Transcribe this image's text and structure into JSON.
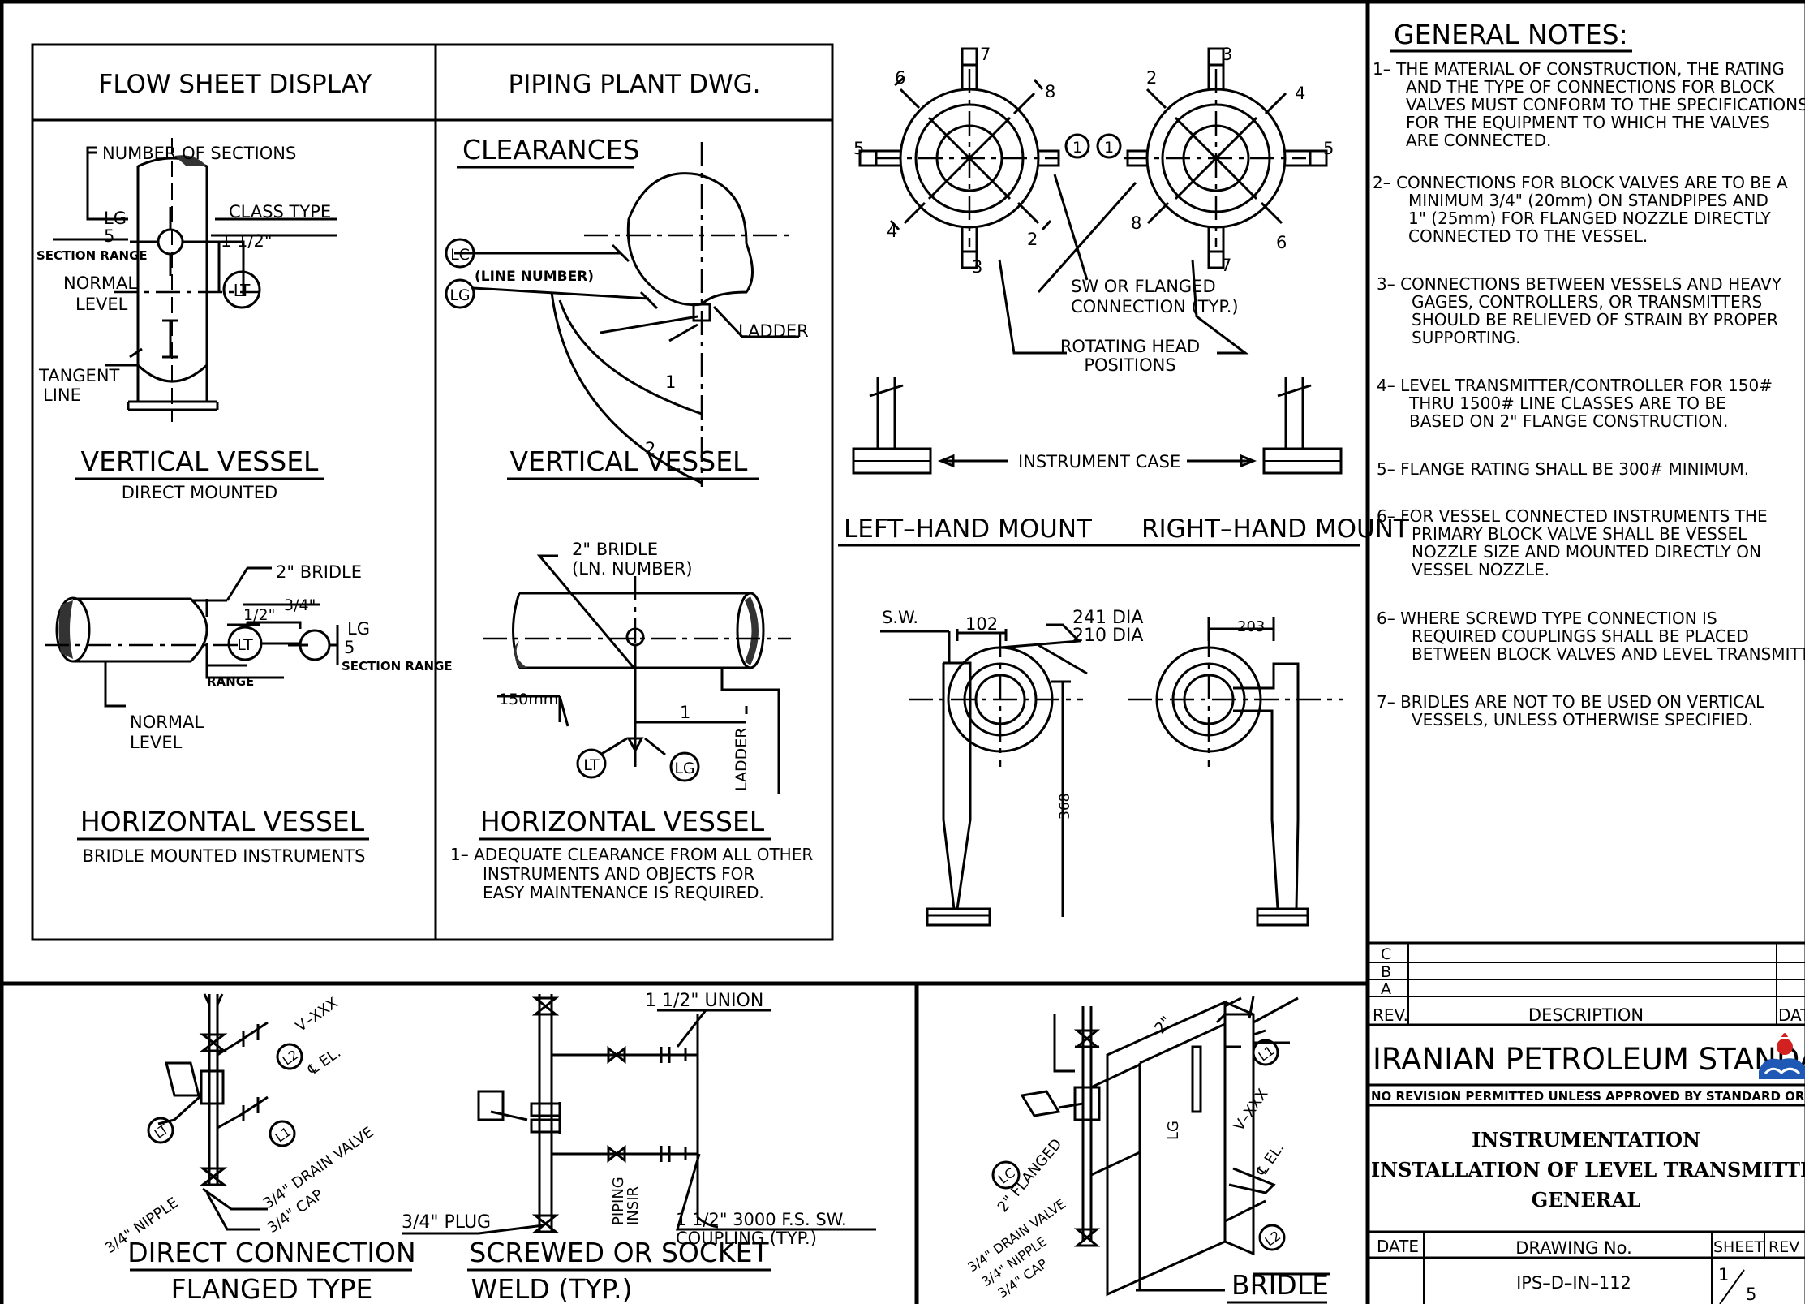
{
  "panels": {
    "flow_header": "FLOW SHEET DISPLAY",
    "piping_header": "PIPING PLANT DWG."
  },
  "flow_sheet": {
    "number_of_sections": "NUMBER OF SECTIONS",
    "class_type": "CLASS TYPE",
    "size": "1 1/2\"",
    "lg": "LG",
    "five": "5",
    "section_range": "SECTION RANGE",
    "normal": "NORMAL",
    "level": "LEVEL",
    "lt": "LT",
    "tangent": "TANGENT",
    "line": "LINE",
    "vv_title": "VERTICAL VESSEL",
    "vv_sub": "DIRECT MOUNTED",
    "bridle_2": "2\" BRIDLE",
    "half": "1/2\"",
    "three_quarter": "3/4\"",
    "range": "RANGE",
    "h_lg": "LG",
    "h_five": "5",
    "h_section_range": "SECTION RANGE",
    "h_lt": "LT",
    "h_normal": "NORMAL",
    "h_level": "LEVEL",
    "hv_title": "HORIZONTAL VESSEL",
    "hv_sub": "BRIDLE MOUNTED INSTRUMENTS"
  },
  "piping": {
    "clearances": "CLEARANCES",
    "lc": "LC",
    "lg": "LG",
    "line_number": "(LINE NUMBER)",
    "ladder": "LADDER",
    "one": "1",
    "two": "2",
    "vv_title": "VERTICAL VESSEL",
    "bridle": "2\" BRIDLE",
    "ln_number": "(LN. NUMBER)",
    "mm150": "150mm",
    "h_one": "1",
    "lt": "LT",
    "h_lg": "LG",
    "ladder_cl": "LADDER",
    "hv_title": "HORIZONTAL VESSEL",
    "note1": "1– ADEQUATE CLEARANCE FROM ALL OTHER",
    "note2": "INSTRUMENTS AND OBJECTS FOR",
    "note3": "EASY MAINTENANCE IS REQUIRED."
  },
  "heads": {
    "left_nums": [
      "7",
      "8",
      "5",
      "6",
      "4",
      "3",
      "2",
      "1"
    ],
    "right_nums": [
      "3",
      "4",
      "5",
      "2",
      "8",
      "7",
      "6",
      "1"
    ],
    "sw_flanged": "SW OR FLANGED",
    "connection_typ": "CONNECTION (TYP.)",
    "rotating": "ROTATING HEAD",
    "positions": "POSITIONS",
    "instrument_case": "INSTRUMENT CASE",
    "left_mount": "LEFT–HAND MOUNT",
    "right_mount": "RIGHT–HAND MOUNT",
    "sw": "S.W.",
    "d102": "102",
    "dia241": "241 DIA",
    "dia210": "210 DIA",
    "d203": "203",
    "d368": "368"
  },
  "notes": {
    "title": "GENERAL NOTES:",
    "lines": [
      "1– THE MATERIAL OF CONSTRUCTION, THE RATING",
      "AND THE TYPE OF CONNECTIONS FOR BLOCK",
      "VALVES MUST CONFORM TO THE SPECIFICATIONS",
      "FOR THE EQUIPMENT TO WHICH THE VALVES",
      "ARE CONNECTED.",
      "2– CONNECTIONS FOR BLOCK VALVES ARE TO BE A",
      "MINIMUM 3/4\" (20mm) ON STANDPIPES AND",
      "1\" (25mm) FOR FLANGED NOZZLE DIRECTLY",
      "CONNECTED TO THE VESSEL.",
      "3– CONNECTIONS BETWEEN VESSELS AND HEAVY",
      "GAGES, CONTROLLERS, OR TRANSMITTERS",
      "SHOULD BE RELIEVED OF STRAIN BY PROPER",
      "SUPPORTING.",
      "4– LEVEL TRANSMITTER/CONTROLLER FOR 150#",
      "THRU 1500# LINE CLASSES ARE TO BE",
      "BASED ON 2\" FLANGE CONSTRUCTION.",
      "5– FLANGE RATING SHALL BE 300# MINIMUM.",
      "6– FOR VESSEL CONNECTED INSTRUMENTS THE",
      "PRIMARY BLOCK VALVE SHALL BE VESSEL",
      "NOZZLE SIZE AND MOUNTED DIRECTLY ON",
      "VESSEL NOZZLE.",
      "6– WHERE SCREWD TYPE CONNECTION IS",
      "REQUIRED COUPLINGS SHALL BE PLACED",
      "BETWEEN BLOCK VALVES AND LEVEL TRANSMITTER",
      "7– BRIDLES ARE NOT TO BE USED ON VERTICAL",
      "VESSELS, UNLESS OTHERWISE SPECIFIED."
    ]
  },
  "title_block": {
    "rev_c": "C",
    "rev_b": "B",
    "rev_a": "A",
    "rev": "REV.",
    "description": "DESCRIPTION",
    "date_col": "DAT",
    "org": "IRANIAN PETROLEUM STANDARDS",
    "no_revision": "NO REVISION PERMITTED UNLESS APPROVED BY STANDARD ORGANIZATIO",
    "t1": "INSTRUMENTATION",
    "t2": "INSTALLATION OF LEVEL TRANSMITTER/CONTROLLE",
    "t3": "GENERAL",
    "date": "DATE",
    "drawing_no": "DRAWING No.",
    "sheet": "SHEET",
    "rev2": "REV",
    "drawing_val": "IPS–D–IN–112",
    "sheet_num": "1",
    "sheet_den": "5"
  },
  "bottom": {
    "vxxx": "V–XXX",
    "cl_el": "℄ EL.",
    "l2": "L2",
    "l1": "L1",
    "lt": "LT",
    "drain_valve": "3/4\" DRAIN VALVE",
    "cap": "3/4\" CAP",
    "nipple": "3/4\" NIPPLE",
    "direct1": "DIRECT CONNECTION",
    "direct2": "FLANGED TYPE",
    "union": "1 1/2\" UNION",
    "plug": "3/4\" PLUG",
    "insir": "INSIR",
    "piping": "PIPING",
    "coupling1": "1 1/2\" 3000 F.S. SW.",
    "coupling2": "COUPLING (TYP.)",
    "screwed1": "SCREWED OR SOCKET",
    "screwed2": "WELD (TYP.)",
    "b2": "2\"",
    "b_l1": "L1",
    "b_lc": "LC",
    "b_lg": "LG",
    "b_vxxx": "V–XXX",
    "b_clel": "℄ EL.",
    "b_l2": "L2",
    "flanged": "2\" FLANGED",
    "b_drain": "3/4\" DRAIN VALVE",
    "b_nipple": "3/4\" NIPPLE",
    "b_cap": "3/4\" CAP",
    "bridle": "BRIDLE"
  }
}
